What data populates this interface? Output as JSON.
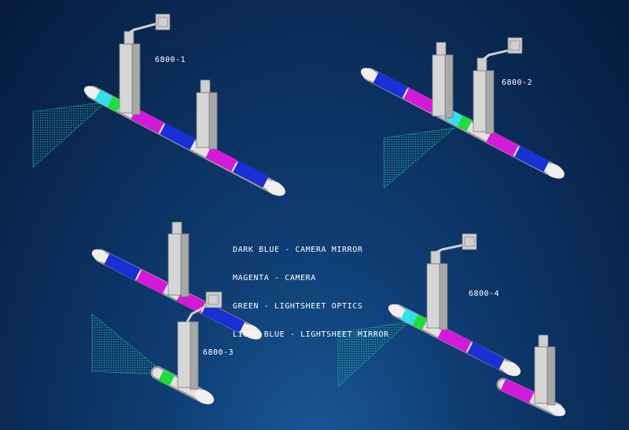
{
  "labels": {
    "a1": "6800-1",
    "a2": "6800-2",
    "a3": "6800-3",
    "a4": "6800-4"
  },
  "legend": [
    "DARK BLUE - CAMERA MIRROR",
    "MAGENTA - CAMERA",
    "GREEN - LIGHTSHEET OPTICS",
    "LIGHT BLUE - LIGHTSHEET MIRROR"
  ],
  "colors": {
    "background": "#0a2a52",
    "dark_blue": "#1a2fd6",
    "magenta": "#d21ad8",
    "green": "#1edc3c",
    "light_blue": "#33e0ea",
    "tube": "#d8d8d8",
    "sheet": "#1fa392"
  }
}
